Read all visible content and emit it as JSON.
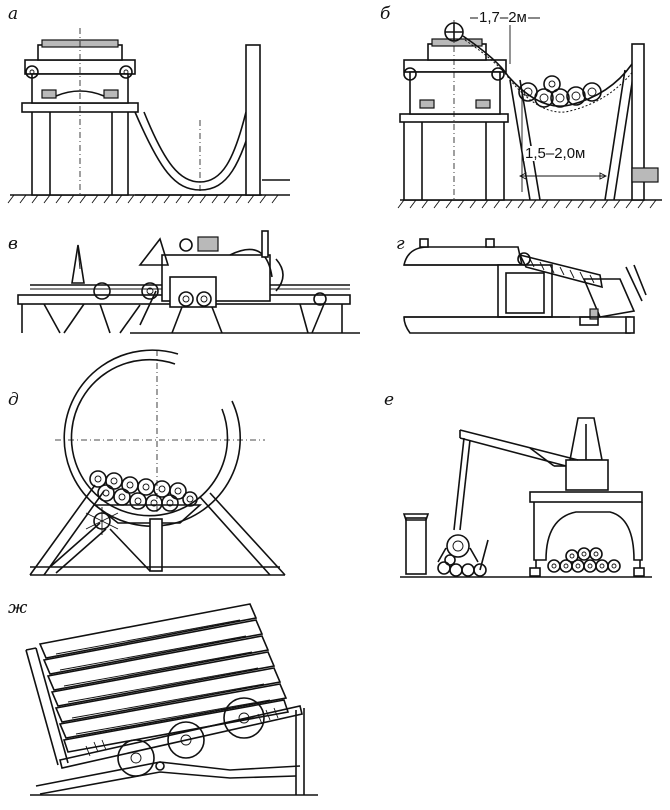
{
  "panels": {
    "a": {
      "label": "а"
    },
    "b": {
      "label": "б",
      "dimension_top": "1,7–2м",
      "dimension_middle": "1,5–2,0м"
    },
    "v": {
      "label": "в"
    },
    "g": {
      "label": "г"
    },
    "d": {
      "label": "д"
    },
    "e": {
      "label": "е"
    },
    "zh": {
      "label": "ж"
    }
  }
}
